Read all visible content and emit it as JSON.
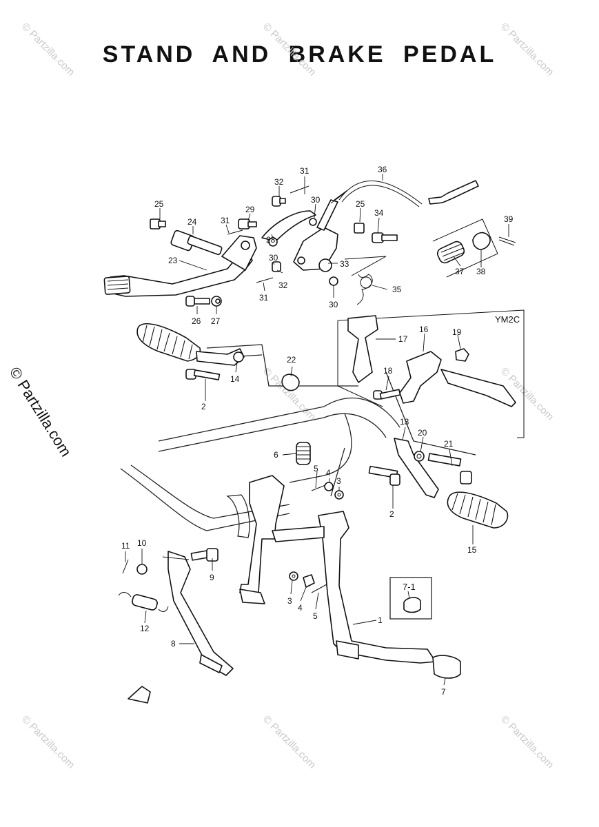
{
  "title": "STAND AND BRAKE PEDAL",
  "variant_label": "YM2C",
  "inset_label": "7-1",
  "side_watermark": "© Partzilla.com",
  "watermark_text": "© Partzilla.com",
  "callouts": {
    "c1": "1",
    "c2a": "2",
    "c2b": "2",
    "c3a": "3",
    "c3b": "3",
    "c4a": "4",
    "c4b": "4",
    "c5a": "5",
    "c5b": "5",
    "c6": "6",
    "c7": "7",
    "c8": "8",
    "c9": "9",
    "c10": "10",
    "c11": "11",
    "c12": "12",
    "c13": "13",
    "c14": "14",
    "c15": "15",
    "c16": "16",
    "c17": "17",
    "c18": "18",
    "c19": "19",
    "c20": "20",
    "c21": "21",
    "c22": "22",
    "c23": "23",
    "c24": "24",
    "c25a": "25",
    "c25b": "25",
    "c26": "26",
    "c27": "27",
    "c28": "28",
    "c29": "29",
    "c30a": "30",
    "c30b": "30",
    "c30c": "30",
    "c31a": "31",
    "c31b": "31",
    "c31c": "31",
    "c32a": "32",
    "c32b": "32",
    "c33": "33",
    "c34": "34",
    "c35": "35",
    "c36": "36",
    "c37": "37",
    "c38": "38",
    "c39": "39"
  }
}
